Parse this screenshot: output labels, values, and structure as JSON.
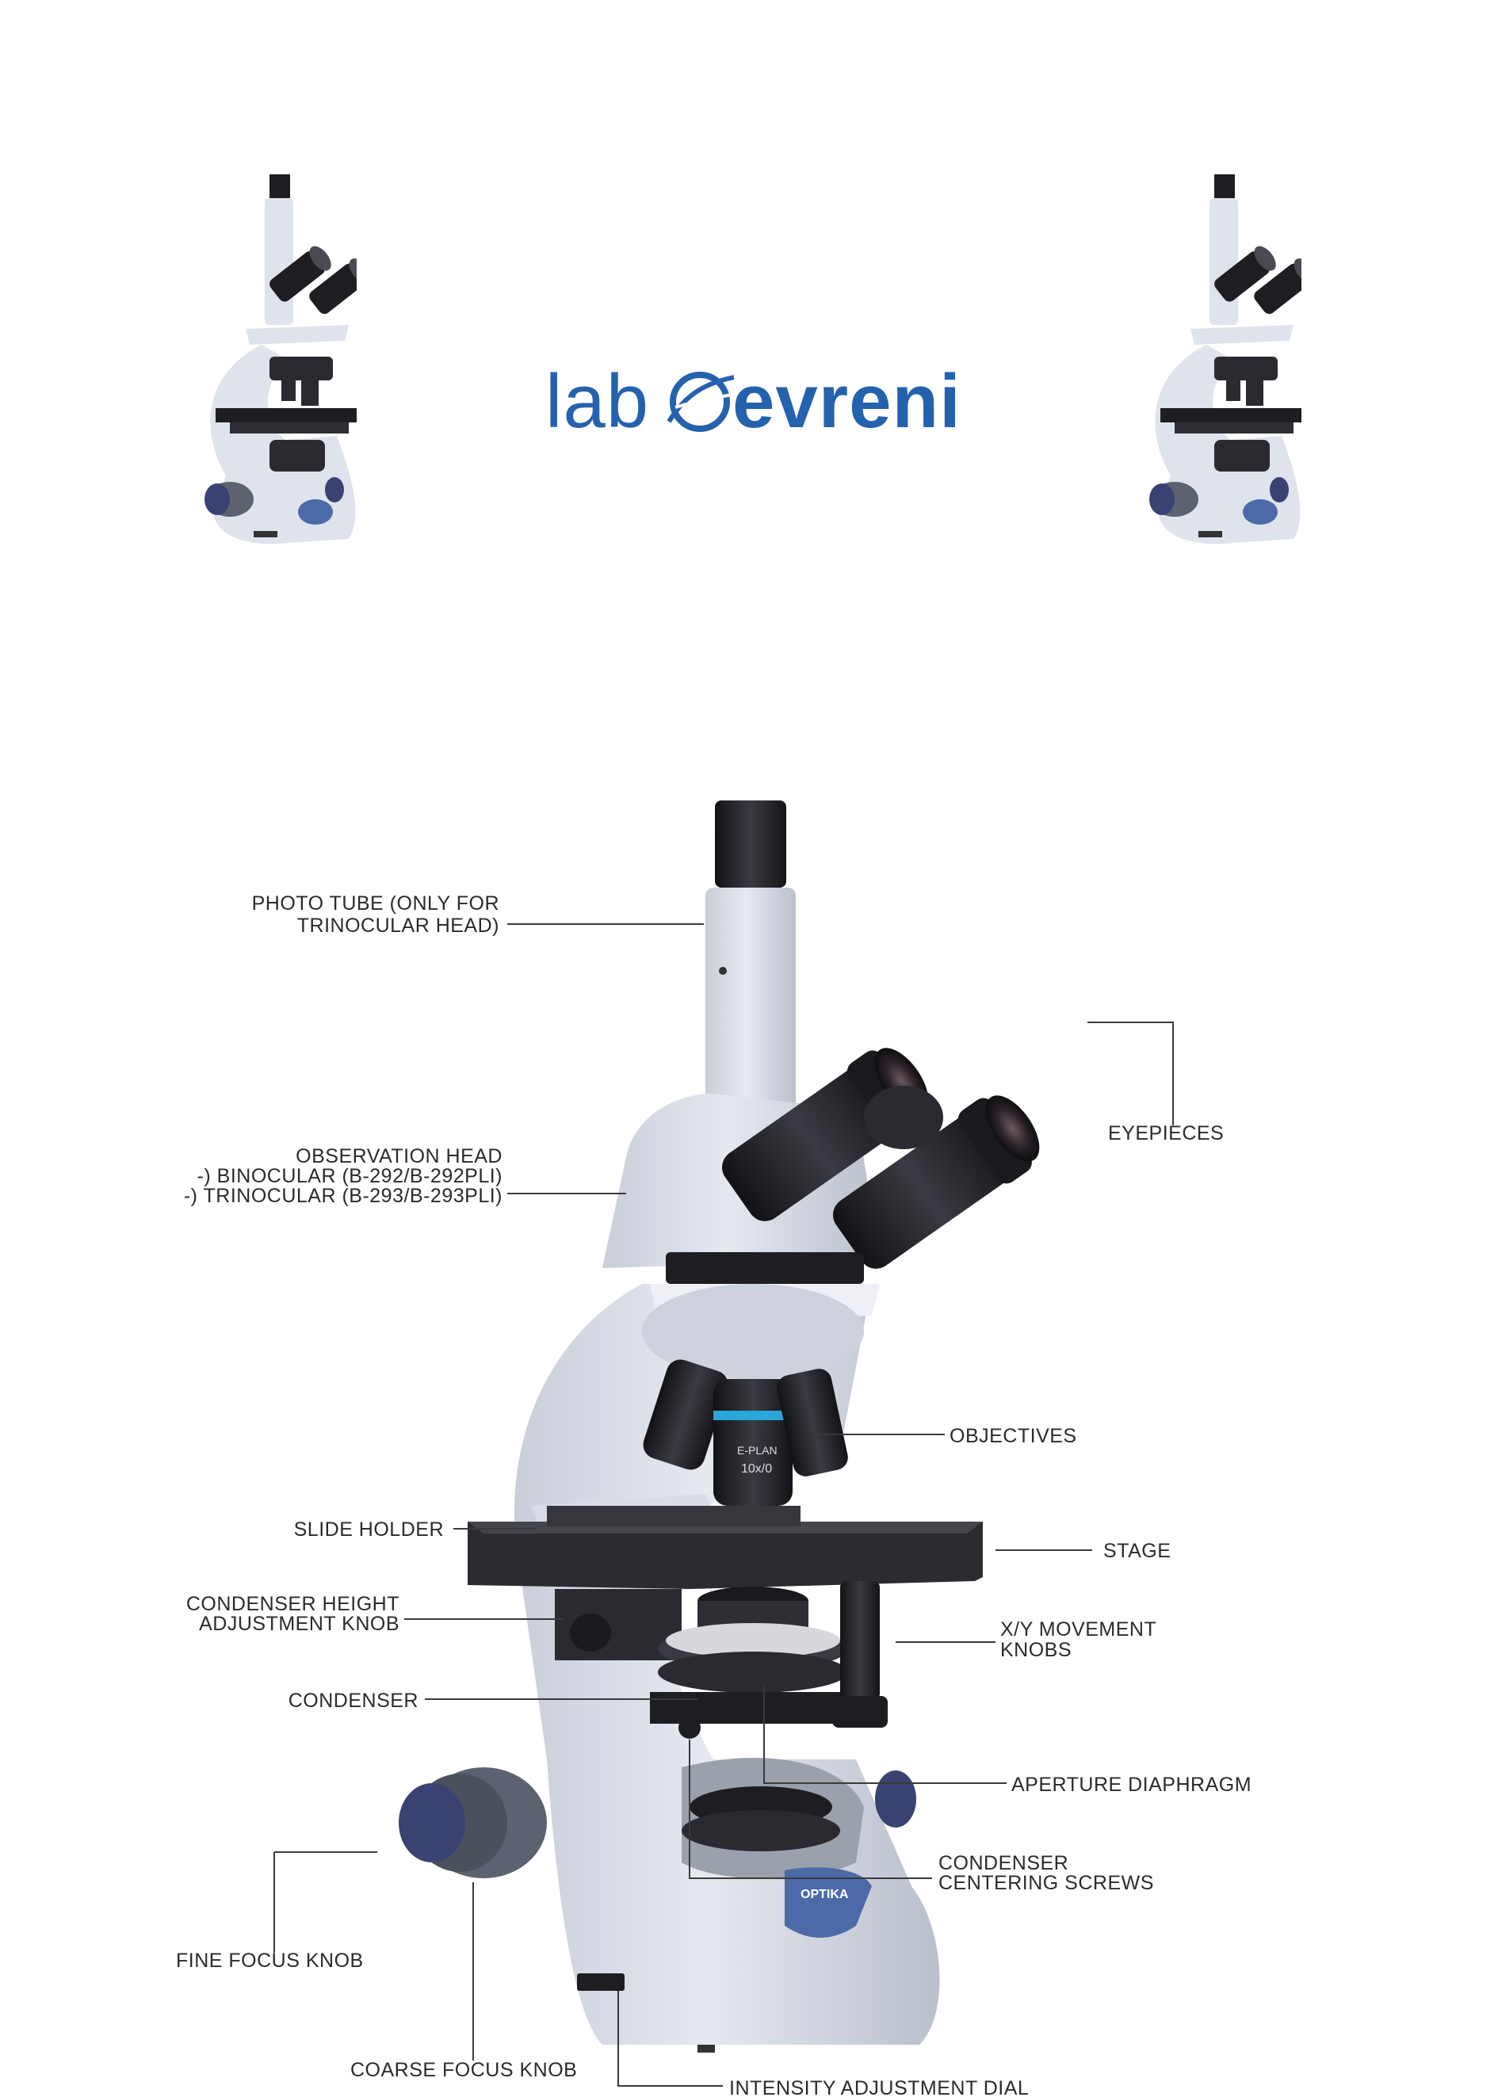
{
  "logo": {
    "part1": "lab",
    "part2": "evreni"
  },
  "labels": {
    "photo_tube_1": "PHOTO TUBE (ONLY FOR",
    "photo_tube_2": "TRINOCULAR HEAD)",
    "observation_head_1": "OBSERVATION HEAD",
    "observation_head_2": "-) BINOCULAR (B-292/B-292PLI)",
    "observation_head_3": "-) TRINOCULAR (B-293/B-293PLI)",
    "eyepieces": "EYEPIECES",
    "objectives": "OBJECTIVES",
    "slide_holder": "SLIDE HOLDER",
    "stage": "STAGE",
    "condenser_height_1": "CONDENSER HEIGHT",
    "condenser_height_2": "ADJUSTMENT KNOB",
    "xy_movement_1": "X/Y MOVEMENT",
    "xy_movement_2": "KNOBS",
    "condenser": "CONDENSER",
    "aperture_diaphragm": "APERTURE DIAPHRAGM",
    "condenser_centering_1": "CONDENSER",
    "condenser_centering_2": "CENTERING SCREWS",
    "fine_focus": "FINE FOCUS KNOB",
    "coarse_focus": "COARSE FOCUS KNOB",
    "intensity_dial": "INTENSITY ADJUSTMENT DIAL"
  },
  "objective_marking": {
    "line1": "E-PLAN",
    "line2": "10x/0"
  },
  "brand_badge": "OPTIKA",
  "colors": {
    "logo_blue": "#2462ae",
    "body_white": "#dfe3ec",
    "body_shadow": "#b7bdca",
    "dark": "#1e1e22",
    "knob_blue": "#3a4272",
    "label_text": "#2b2b2b"
  }
}
